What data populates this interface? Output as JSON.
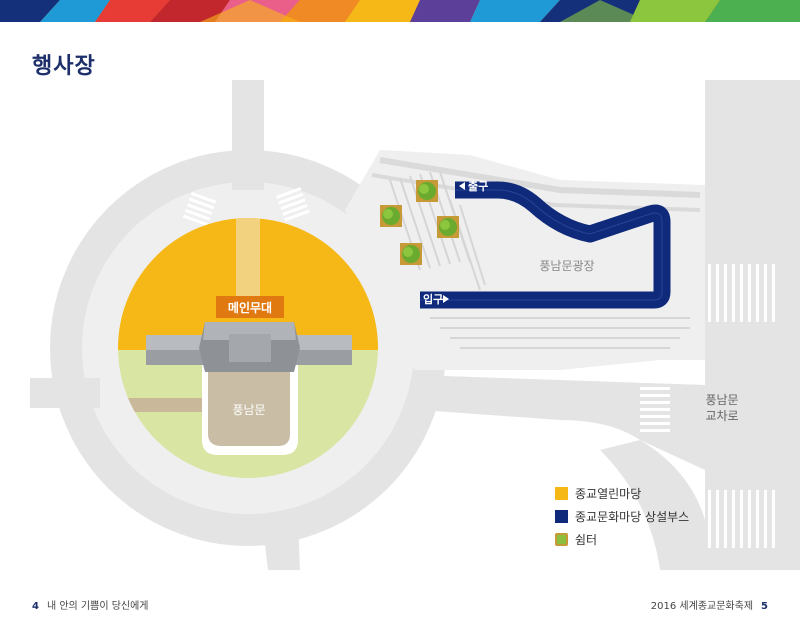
{
  "header": {
    "title": "행사장",
    "banner_colors": [
      "#15307a",
      "#e63c35",
      "#f08a24",
      "#f6b817",
      "#8cc63f",
      "#1f9ad7",
      "#5b3f99"
    ]
  },
  "map": {
    "labels": {
      "main_stage": "메인무대",
      "gate": "풍남문",
      "plaza": "풍남문광장",
      "exit": "출구",
      "entrance": "입구",
      "intersection_line1": "풍남문",
      "intersection_line2": "교차로"
    },
    "colors": {
      "open_madang": "#f6b817",
      "booth_path": "#0f2a7a",
      "lawn": "#d9e5a3",
      "road": "#e3e3e3",
      "ground": "#efefef"
    }
  },
  "legend": {
    "items": [
      {
        "label": "종교열린마당",
        "icon": "yellow-square"
      },
      {
        "label": "종교문화마당 상설부스",
        "icon": "navy-square"
      },
      {
        "label": "쉼터",
        "icon": "tree-square"
      }
    ]
  },
  "footer": {
    "left_page": "4",
    "left_text": "내 안의 기쁨이 당신에게",
    "right_text": "2016 세계종교문화축제",
    "right_page": "5"
  }
}
